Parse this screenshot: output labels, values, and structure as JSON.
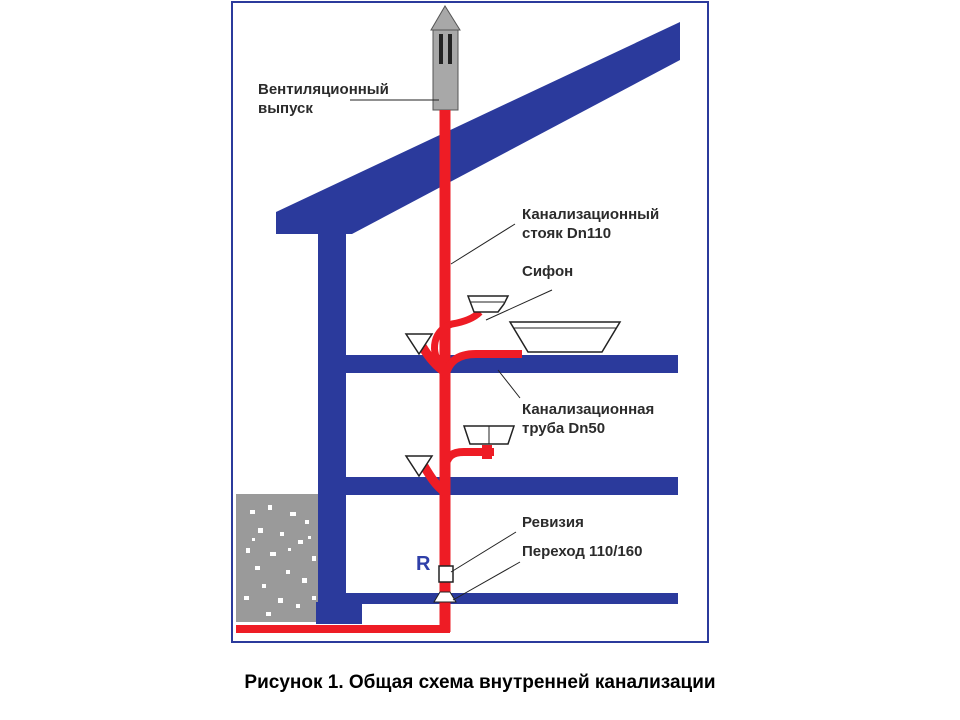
{
  "labels": {
    "vent_line1": "Вентиляционный",
    "vent_line2": "выпуск",
    "stack_line1": "Канализационный",
    "stack_line2": "стояк Dn110",
    "siphon": "Сифон",
    "pipe_line1": "Канализационная",
    "pipe_line2": "труба Dn50",
    "revision": "Ревизия",
    "transition": "Переход 110/160",
    "revision_mark": "R"
  },
  "caption": "Рисунок 1. Общая схема внутренней канализации",
  "colors": {
    "structure": "#2b3a9c",
    "pipe": "#ee1c25",
    "soil": "#9a9a9a",
    "vent_cap": "#a8a8a8",
    "leader": "#222222"
  }
}
